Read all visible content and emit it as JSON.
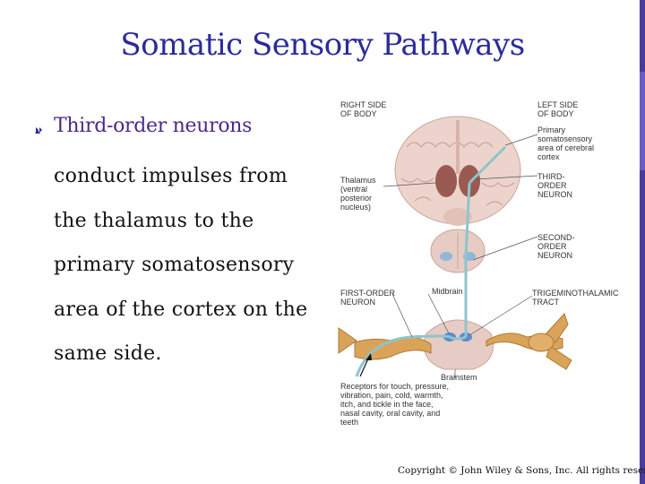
{
  "slide": {
    "title": "Somatic Sensory Pathways",
    "bullet_heading": "Third-order neurons",
    "body_lines": [
      "conduct impulses from",
      "the thalamus to the",
      "primary somatosensory",
      "area of the cortex on the",
      "same side."
    ],
    "copyright": "Copyright © John Wiley & Sons, Inc. All rights reserved."
  },
  "figure": {
    "labels": {
      "right_side": "RIGHT SIDE\nOF BODY",
      "left_side": "LEFT SIDE\nOF BODY",
      "cortex": "Primary\nsomatosensory\narea of cerebral\ncortex",
      "thalamus": "Thalamus\n(ventral\nposterior\nnucleus)",
      "third_order": "THIRD-\nORDER\nNEURON",
      "second_order": "SECOND-\nORDER\nNEURON",
      "midbrain": "Midbrain",
      "first_order": "FIRST-ORDER\nNEURON",
      "trigeminothalamic": "TRIGEMINOTHALAMIC\nTRACT",
      "brainstem": "Brainstem",
      "receptors": "Receptors for touch, pressure,\nvibration, pain, cold, warmth,\nitch, and tickle in the face,\nnasal cavity, oral cavity, and\nteeth"
    }
  },
  "colors": {
    "title": "#2b2b9a",
    "accent_bar": "#4a3a9a",
    "brain_tissue": "#e8cfc8",
    "thalamus": "#9a5a52",
    "nerve": "#d9a35a",
    "pathway": "#8fc4cc"
  },
  "icons": {
    "bullet": "diamond-bullet-icon"
  }
}
